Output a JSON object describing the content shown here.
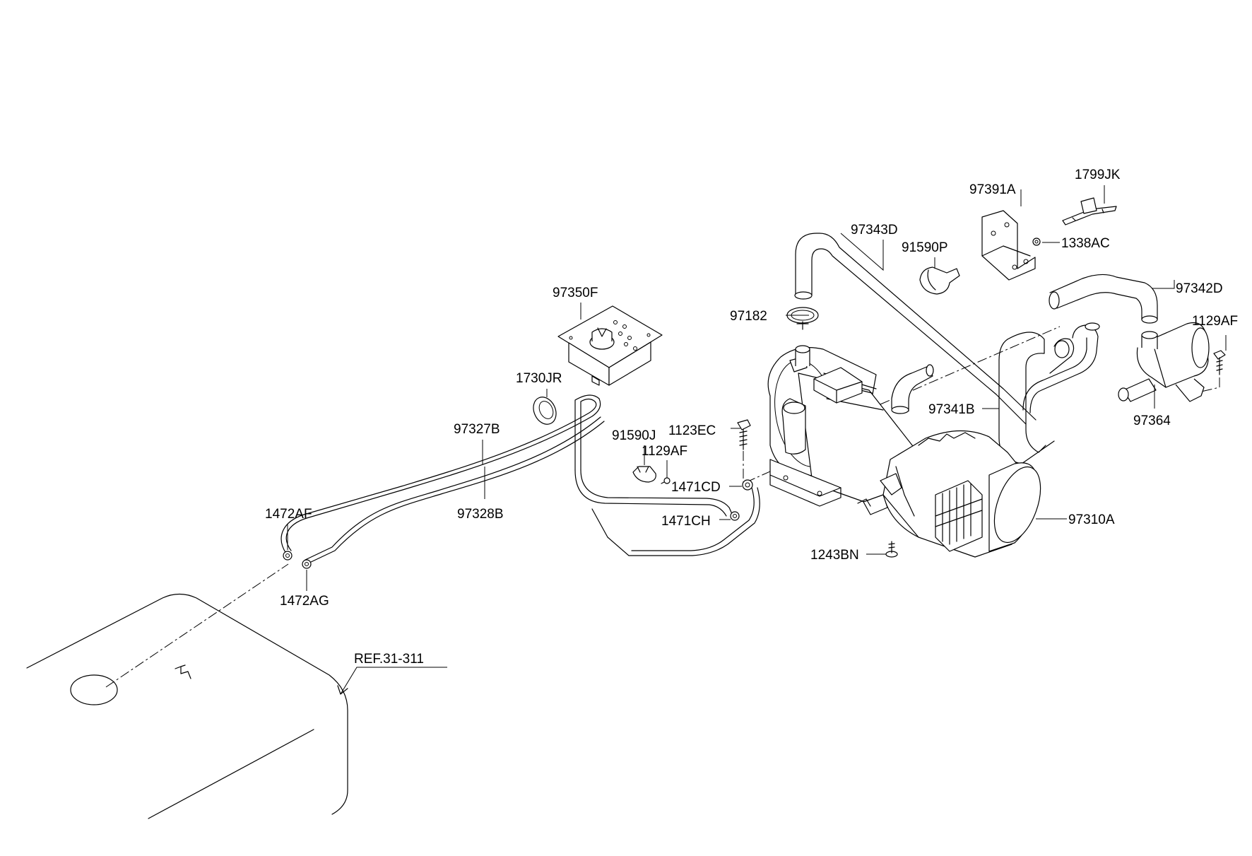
{
  "labels": {
    "p97343D": "97343D",
    "p97391A": "97391A",
    "p1799JK": "1799JK",
    "p91590P": "91590P",
    "p1338AC": "1338AC",
    "p97342D": "97342D",
    "p1129AF_right": "1129AF",
    "p97182": "97182",
    "p97350F": "97350F",
    "p1730JR": "1730JR",
    "p97327B": "97327B",
    "p97328B": "97328B",
    "p91590J": "91590J",
    "p1129AF_mid": "1129AF",
    "p1123EC": "1123EC",
    "p1471CD": "1471CD",
    "p1471CH": "1471CH",
    "p97341B": "97341B",
    "p97364": "97364",
    "p97310A": "97310A",
    "p1243BN": "1243BN",
    "p1472AF": "1472AF",
    "p1472AG": "1472AG",
    "ref": "REF.31-311"
  }
}
